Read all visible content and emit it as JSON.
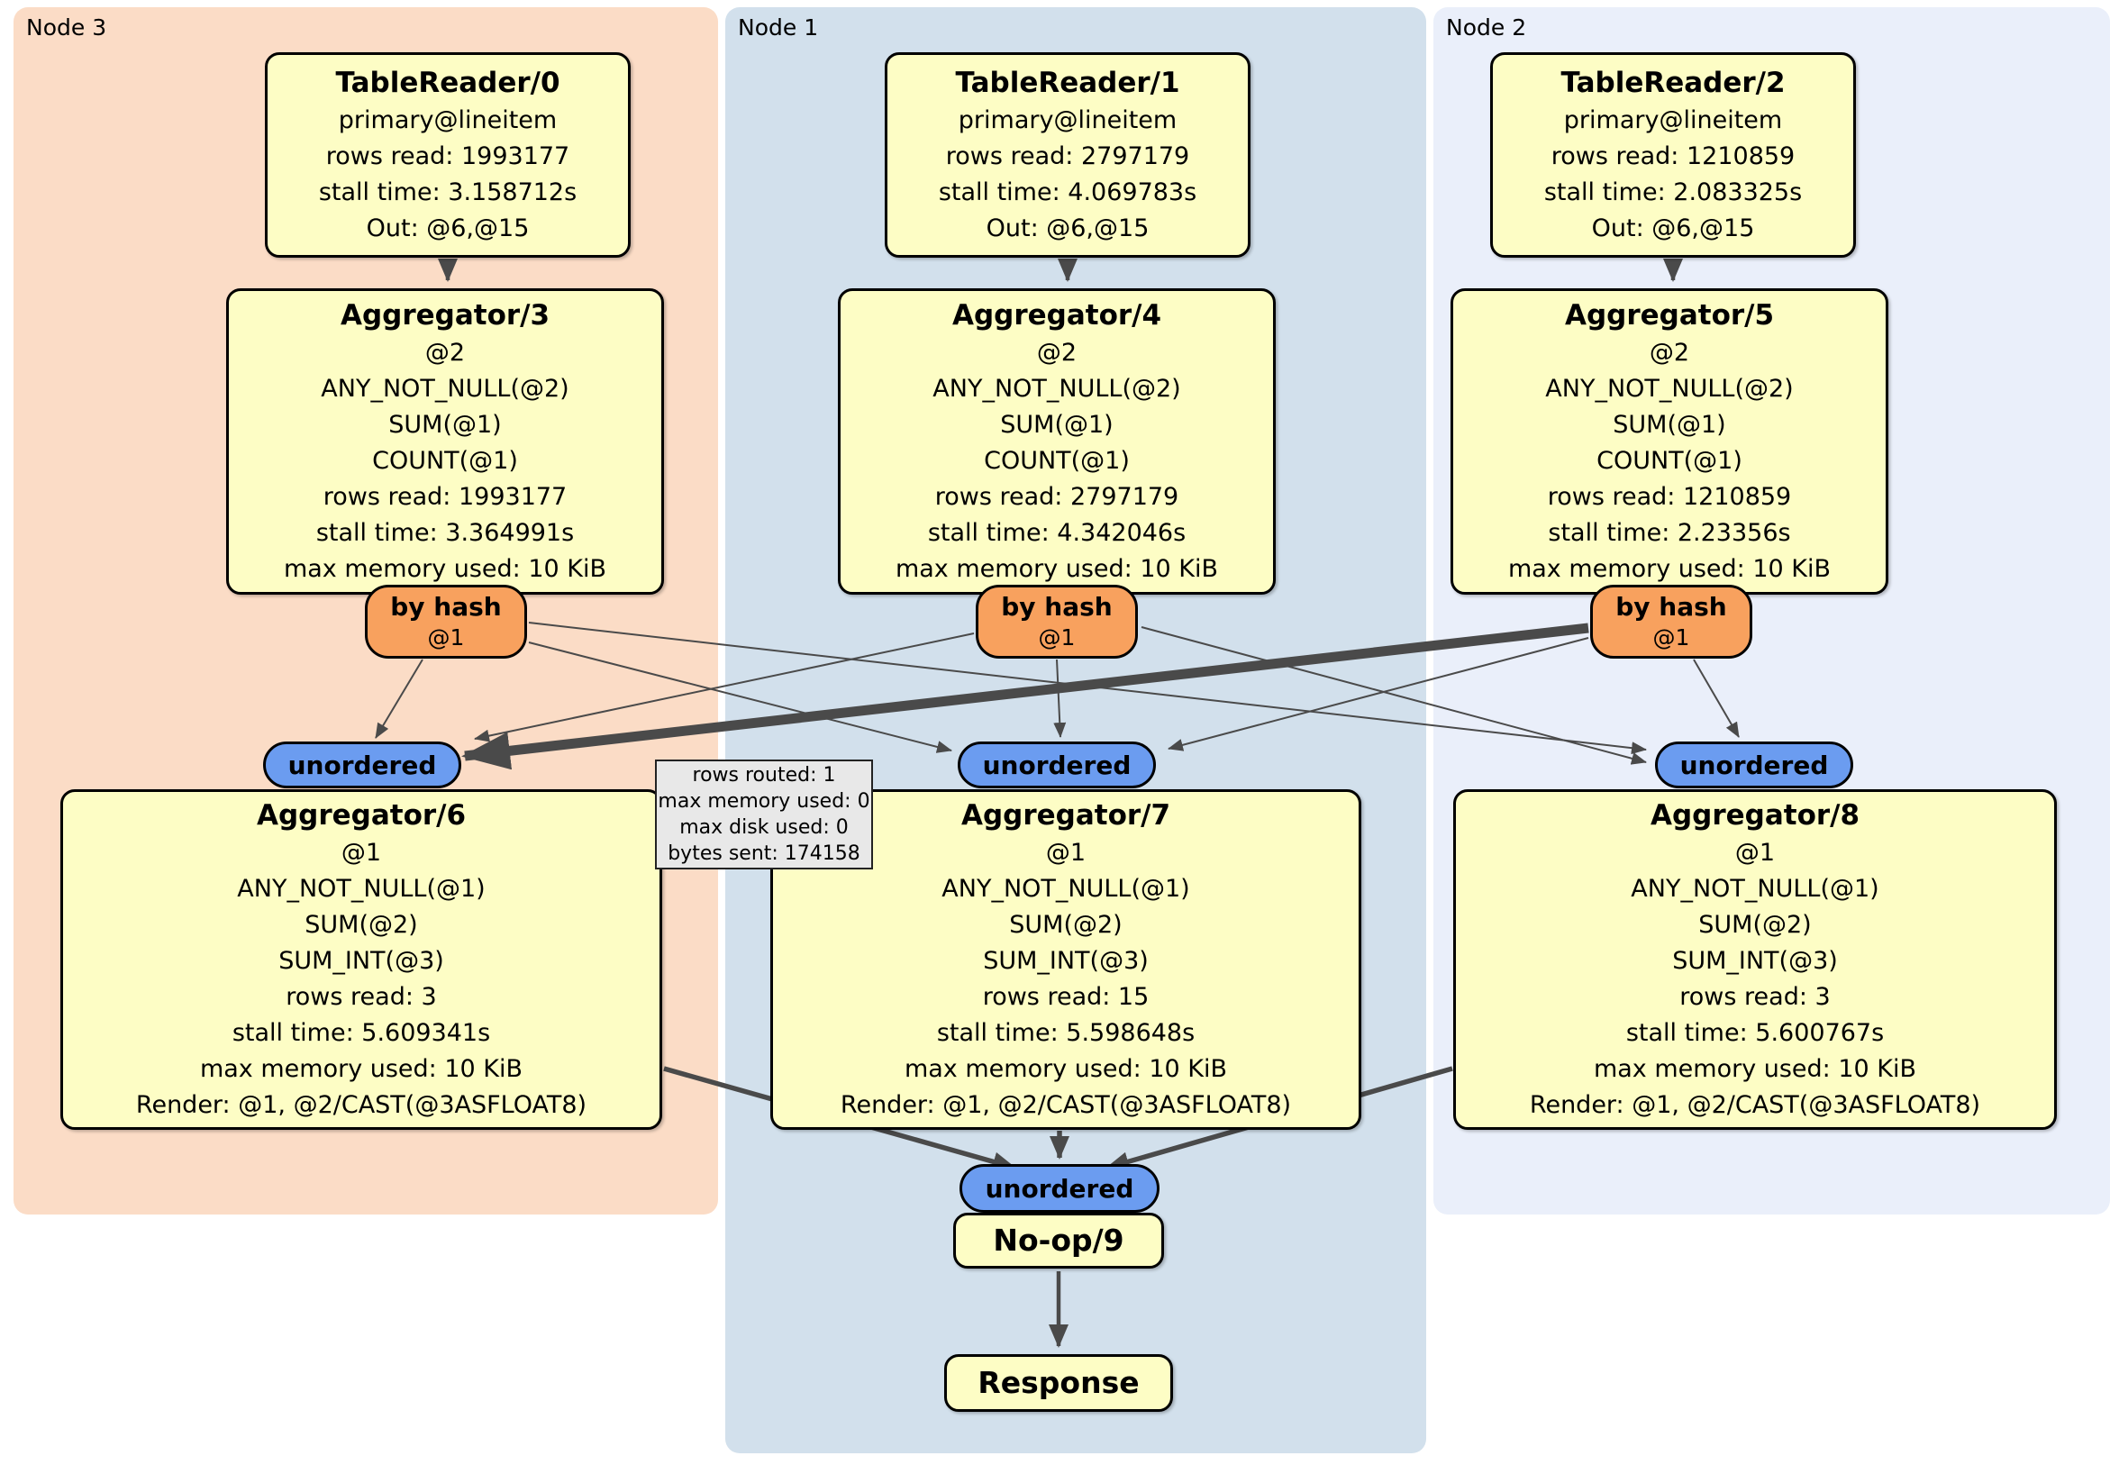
{
  "groups": [
    {
      "label": "Node 3"
    },
    {
      "label": "Node 1"
    },
    {
      "label": "Node 2"
    }
  ],
  "processors": {
    "tr0": {
      "title": "TableReader/0",
      "lines": [
        "primary@lineitem",
        "rows read: 1993177",
        "stall time: 3.158712s",
        "Out: @6,@15"
      ]
    },
    "tr1": {
      "title": "TableReader/1",
      "lines": [
        "primary@lineitem",
        "rows read: 2797179",
        "stall time: 4.069783s",
        "Out: @6,@15"
      ]
    },
    "tr2": {
      "title": "TableReader/2",
      "lines": [
        "primary@lineitem",
        "rows read: 1210859",
        "stall time: 2.083325s",
        "Out: @6,@15"
      ]
    },
    "agg3": {
      "title": "Aggregator/3",
      "lines": [
        "@2",
        "ANY_NOT_NULL(@2)",
        "SUM(@1)",
        "COUNT(@1)",
        "rows read: 1993177",
        "stall time: 3.364991s",
        "max memory used: 10 KiB"
      ]
    },
    "agg4": {
      "title": "Aggregator/4",
      "lines": [
        "@2",
        "ANY_NOT_NULL(@2)",
        "SUM(@1)",
        "COUNT(@1)",
        "rows read: 2797179",
        "stall time: 4.342046s",
        "max memory used: 10 KiB"
      ]
    },
    "agg5": {
      "title": "Aggregator/5",
      "lines": [
        "@2",
        "ANY_NOT_NULL(@2)",
        "SUM(@1)",
        "COUNT(@1)",
        "rows read: 1210859",
        "stall time: 2.23356s",
        "max memory used: 10 KiB"
      ]
    },
    "agg6": {
      "title": "Aggregator/6",
      "lines": [
        "@1",
        "ANY_NOT_NULL(@1)",
        "SUM(@2)",
        "SUM_INT(@3)",
        "rows read: 3",
        "stall time: 5.609341s",
        "max memory used: 10 KiB",
        "Render: @1, @2/CAST(@3ASFLOAT8)"
      ]
    },
    "agg7": {
      "title": "Aggregator/7",
      "lines": [
        "@1",
        "ANY_NOT_NULL(@1)",
        "SUM(@2)",
        "SUM_INT(@3)",
        "rows read: 15",
        "stall time: 5.598648s",
        "max memory used: 10 KiB",
        "Render: @1, @2/CAST(@3ASFLOAT8)"
      ]
    },
    "agg8": {
      "title": "Aggregator/8",
      "lines": [
        "@1",
        "ANY_NOT_NULL(@1)",
        "SUM(@2)",
        "SUM_INT(@3)",
        "rows read: 3",
        "stall time: 5.600767s",
        "max memory used: 10 KiB",
        "Render: @1, @2/CAST(@3ASFLOAT8)"
      ]
    },
    "noop": {
      "title": "No-op/9"
    },
    "response": {
      "title": "Response"
    }
  },
  "router": {
    "label": "by hash",
    "key": "@1"
  },
  "stream": {
    "label": "unordered"
  },
  "edge_tooltip": {
    "lines": [
      "rows routed: 1",
      "max memory used: 0",
      "max disk used: 0",
      "bytes sent: 174158"
    ]
  },
  "palette": {
    "node3_bg": "#fbdcc6",
    "node1_bg": "#d2e0ec",
    "node2_bg": "#eaeffa",
    "processor_bg": "#fdfdc5",
    "router_bg": "#f8a15e",
    "stream_bg": "#6b9cf0",
    "edge_color": "#4a4a4a",
    "tooltip_bg": "#e8e8e8"
  }
}
